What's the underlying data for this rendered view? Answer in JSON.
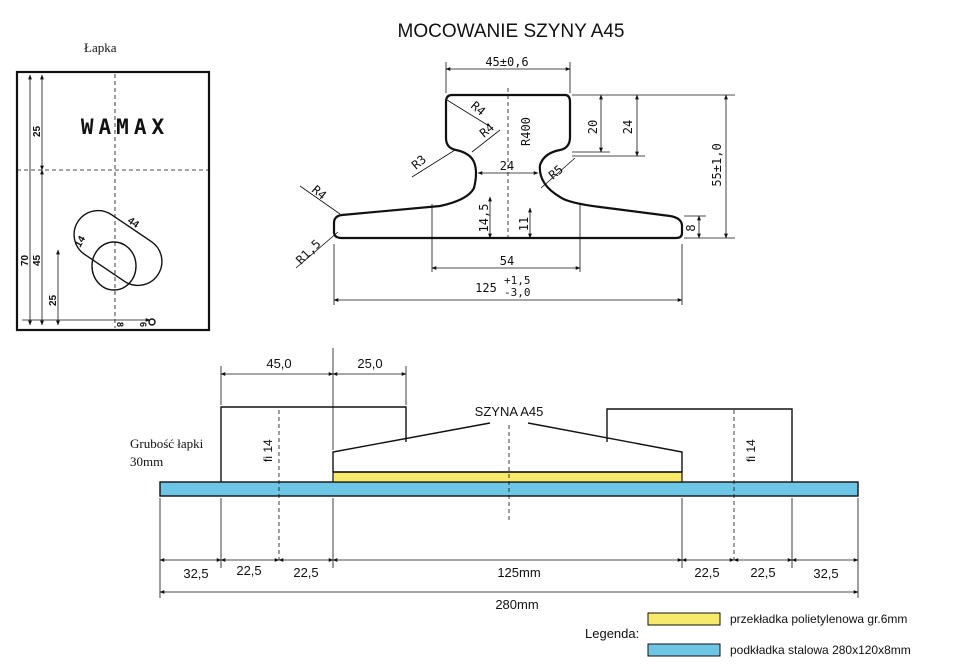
{
  "title": "MOCOWANIE SZYNY A45",
  "clamp": {
    "label": "Łapka",
    "brand": "WAMAX",
    "dims": {
      "d25_top": "25",
      "d70": "70",
      "d45": "45",
      "d25_bottom": "25",
      "d14": "14",
      "d44": "44",
      "d8": "8",
      "d6": "6"
    }
  },
  "rail_profile": {
    "dims": {
      "head_width": "45±0,6",
      "d20": "20",
      "d24_right": "24",
      "height": "55±1,0",
      "r4_a": "R4",
      "r4_b": "R4",
      "r400": "R400",
      "r3": "R3",
      "web": "24",
      "r5": "R5",
      "r4_c": "R4",
      "d14_5": "14,5",
      "d11": "11",
      "d8": "8",
      "r1_5": "R1,5",
      "d54": "54",
      "base_main": "125",
      "base_tol_plus": "+1,5",
      "base_tol_minus": "-3,0"
    }
  },
  "assembly": {
    "rail_label": "SZYNA A45",
    "clamp_thickness_line1": "Grubość łapki",
    "clamp_thickness_line2": "30mm",
    "fi_left": "fi 14",
    "fi_right": "fi 14",
    "top_dims": {
      "d45": "45,0",
      "d25": "25,0"
    },
    "bottom_dims": [
      "32,5",
      "22,5",
      "22,5",
      "125mm",
      "22,5",
      "22,5",
      "32,5"
    ],
    "total": "280mm"
  },
  "legend": {
    "label": "Legenda:",
    "items": [
      {
        "text": "przekładka polietylenowa gr.6mm",
        "color": "#f7ea6a"
      },
      {
        "text": "podkładka stalowa 280x120x8mm",
        "color": "#6ec6e6"
      }
    ]
  },
  "colors": {
    "pad": "#f7ea6a",
    "plate": "#6ec6e6",
    "ink": "#111111"
  }
}
